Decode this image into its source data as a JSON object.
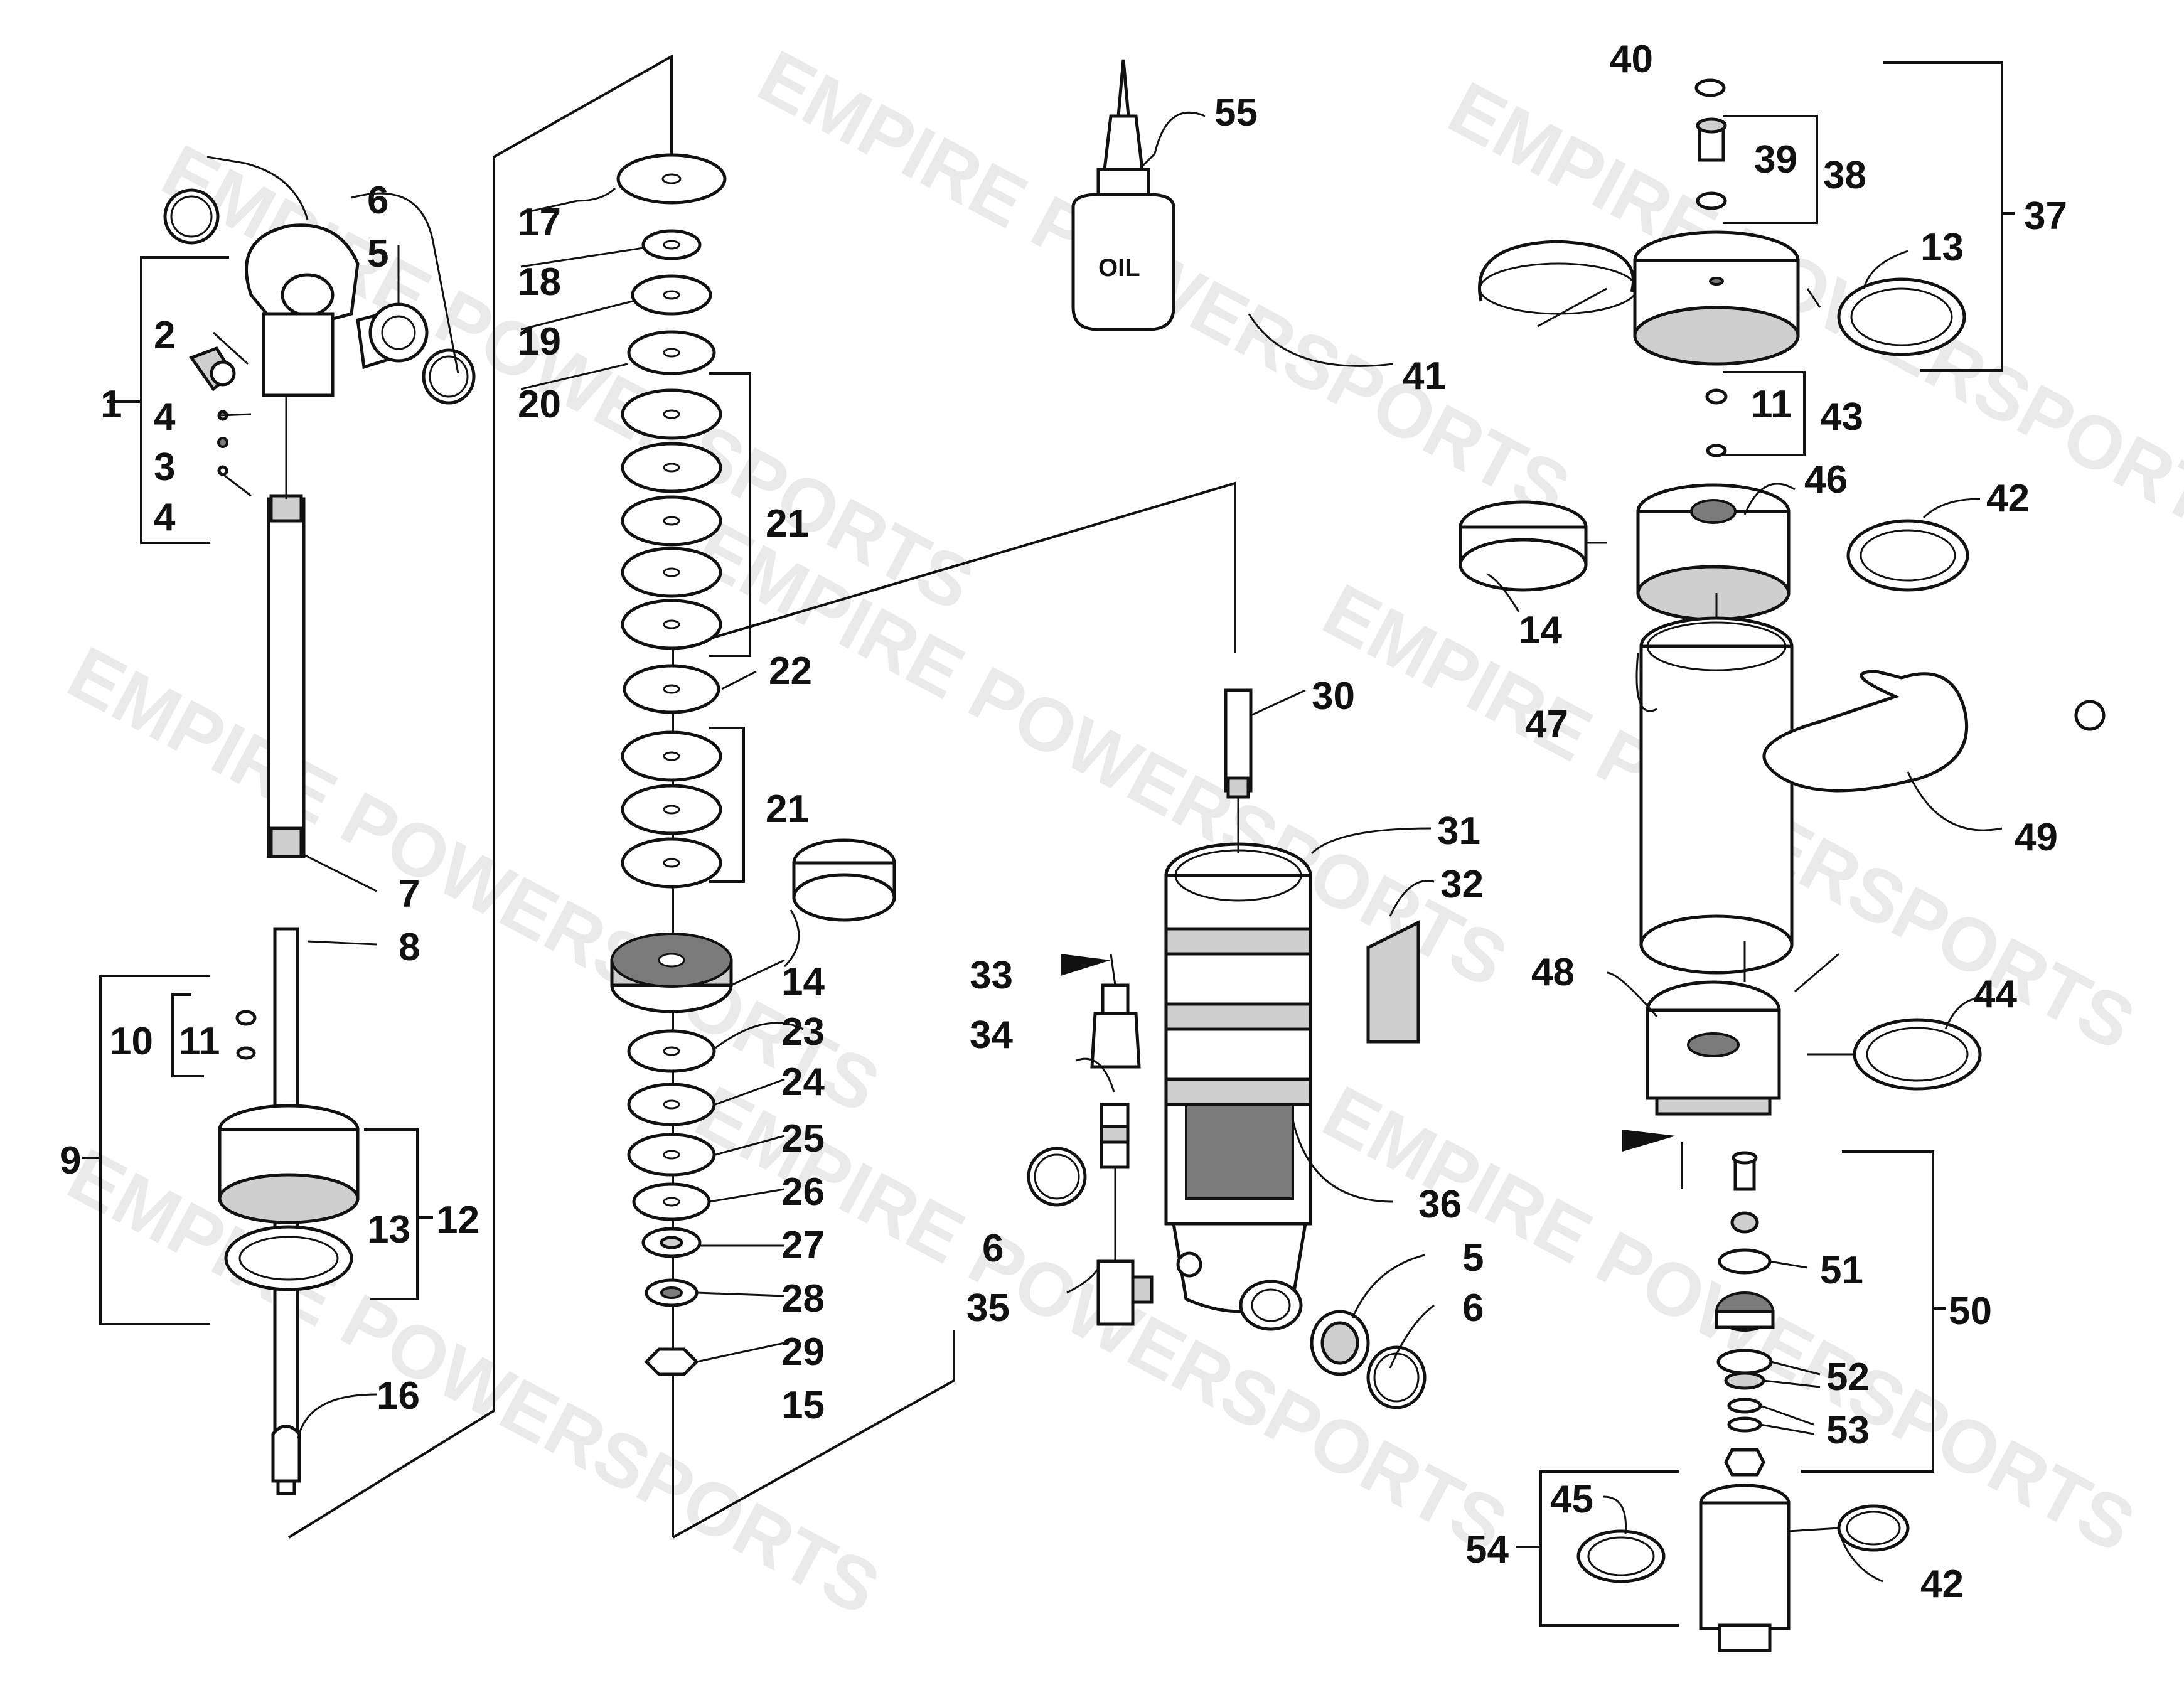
{
  "watermark": "EMPIRE POWERSPORTS",
  "oil_label": "OIL",
  "callouts": {
    "c1": "1",
    "c2": "2",
    "c3": "3",
    "c4a": "4",
    "c4b": "4",
    "c5a": "5",
    "c5b": "5",
    "c6a": "6",
    "c6b": "6",
    "c6c": "6",
    "c7": "7",
    "c8": "8",
    "c9": "9",
    "c10": "10",
    "c11a": "11",
    "c11b": "11",
    "c12": "12",
    "c13a": "13",
    "c13b": "13",
    "c14a": "14",
    "c14b": "14",
    "c15": "15",
    "c16": "16",
    "c17": "17",
    "c18": "18",
    "c19": "19",
    "c20": "20",
    "c21a": "21",
    "c21b": "21",
    "c22": "22",
    "c23": "23",
    "c24": "24",
    "c25": "25",
    "c26": "26",
    "c27": "27",
    "c28": "28",
    "c29": "29",
    "c30": "30",
    "c31": "31",
    "c32": "32",
    "c33": "33",
    "c34": "34",
    "c35": "35",
    "c36": "36",
    "c37": "37",
    "c38": "38",
    "c39": "39",
    "c40": "40",
    "c41": "41",
    "c42a": "42",
    "c42b": "42",
    "c43": "43",
    "c44": "44",
    "c45": "45",
    "c46": "46",
    "c47": "47",
    "c48": "48",
    "c49": "49",
    "c50": "50",
    "c51": "51",
    "c52": "52",
    "c53": "53",
    "c54": "54",
    "c55": "55"
  }
}
